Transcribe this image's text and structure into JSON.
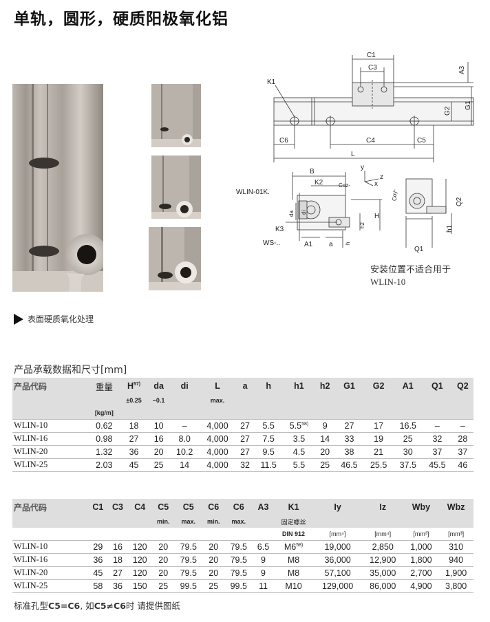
{
  "title": "单轨，圆形，硬质阳极氧化铝",
  "feature_note": "表面硬质氧化处理",
  "drawing": {
    "labels": [
      "C1",
      "C3",
      "A3",
      "K1",
      "G2",
      "G1",
      "C6",
      "C4",
      "C5",
      "L",
      "B",
      "K2",
      "y",
      "x",
      "z",
      "WLIN-01K.",
      "da",
      "di",
      "K3",
      "H",
      "h2",
      "WS-..",
      "A1",
      "a",
      "h",
      "Q2",
      "h1",
      "Q1"
    ],
    "coz_label": "Coz-",
    "coy_label": "Coy-"
  },
  "install_note": [
    "安装位置不适合用于",
    "WLIN-10"
  ],
  "table_title": "产品承载数据和尺寸[mm]",
  "table1": {
    "name_header": "产品代码",
    "headers": [
      "重量",
      "H",
      "da",
      "di",
      "L",
      "a",
      "h",
      "h1",
      "h2",
      "G1",
      "G2",
      "A1",
      "Q1",
      "Q2"
    ],
    "h_sup": "57)",
    "subheaders": [
      "",
      "±0.25",
      "–0.1",
      "",
      "max.",
      "",
      "",
      "",
      "",
      "",
      "",
      "",
      "",
      ""
    ],
    "unit_row": [
      "[kg/m]",
      "",
      "",
      "",
      "",
      "",
      "",
      "",
      "",
      "",
      "",
      "",
      "",
      ""
    ],
    "rows": [
      {
        "name": "WLIN-10",
        "cells": [
          "0.62",
          "18",
          "10",
          "–",
          "4,000",
          "27",
          "5.5",
          "5.5",
          "9",
          "27",
          "17",
          "16.5",
          "–",
          "–"
        ],
        "h1_sup": "58)"
      },
      {
        "name": "WLIN-16",
        "cells": [
          "0.98",
          "27",
          "16",
          "8.0",
          "4,000",
          "27",
          "7.5",
          "3.5",
          "14",
          "33",
          "19",
          "25",
          "32",
          "28"
        ]
      },
      {
        "name": "WLIN-20",
        "cells": [
          "1.32",
          "36",
          "20",
          "10.2",
          "4,000",
          "27",
          "9.5",
          "4.5",
          "20",
          "38",
          "21",
          "30",
          "37",
          "37"
        ]
      },
      {
        "name": "WLIN-25",
        "cells": [
          "2.03",
          "45",
          "25",
          "14",
          "4,000",
          "32",
          "11.5",
          "5.5",
          "25",
          "46.5",
          "25.5",
          "37.5",
          "45.5",
          "46"
        ]
      }
    ]
  },
  "table2": {
    "name_header": "产品代码",
    "headers": [
      "C1",
      "C3",
      "C4",
      "C5",
      "C5",
      "C6",
      "C6",
      "A3",
      "K1",
      "Iy",
      "Iz",
      "Wby",
      "Wbz"
    ],
    "subheaders": [
      "",
      "",
      "",
      "min.",
      "max.",
      "min.",
      "max.",
      "",
      "固定螺丝",
      "",
      "",
      "",
      ""
    ],
    "unit_row": [
      "",
      "",
      "",
      "",
      "",
      "",
      "",
      "",
      "DIN 912",
      "[mm⁴]",
      "[mm⁴]",
      "[mm³]",
      "[mm³]"
    ],
    "rows": [
      {
        "name": "WLIN-10",
        "cells": [
          "29",
          "16",
          "120",
          "20",
          "79.5",
          "20",
          "79.5",
          "6.5",
          "M6",
          "19,000",
          "2,850",
          "1,000",
          "310"
        ],
        "k1_sup": "58)"
      },
      {
        "name": "WLIN-16",
        "cells": [
          "36",
          "18",
          "120",
          "20",
          "79.5",
          "20",
          "79.5",
          "9",
          "M8",
          "36,000",
          "12,900",
          "1,800",
          "940"
        ]
      },
      {
        "name": "WLIN-20",
        "cells": [
          "45",
          "27",
          "120",
          "20",
          "79.5",
          "20",
          "79.5",
          "9",
          "M8",
          "57,100",
          "35,000",
          "2,700",
          "1,900"
        ]
      },
      {
        "name": "WLIN-25",
        "cells": [
          "58",
          "36",
          "150",
          "25",
          "99.5",
          "25",
          "99.5",
          "11",
          "M10",
          "129,000",
          "86,000",
          "4,900",
          "3,800"
        ]
      }
    ]
  },
  "footnote_parts": [
    "标准孔型",
    "C5=C6",
    ", 如",
    "C5≠C6",
    "时 请提供图纸"
  ]
}
